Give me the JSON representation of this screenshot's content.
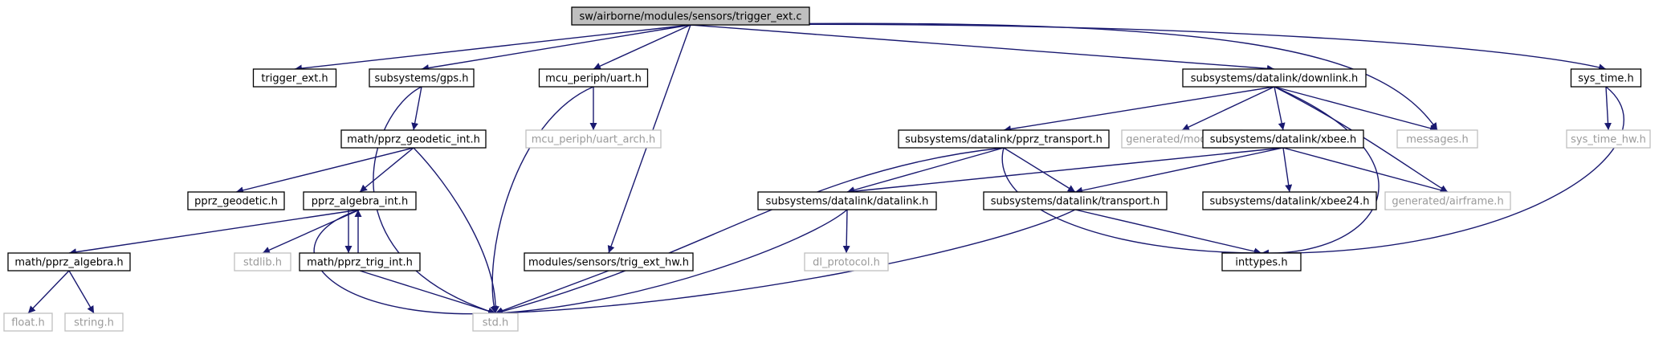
{
  "colors": {
    "edge": "#191970",
    "node_border": "#000000",
    "node_text": "#000000",
    "root_fill": "#bfbfbf",
    "missing_border": "#bfbfbf",
    "missing_text": "#9a9a9a"
  },
  "nodes": [
    {
      "id": "trigger_ext_c",
      "label": "sw/airborne/modules/sensors/trigger_ext.c",
      "style": "root"
    },
    {
      "id": "trigger_ext_h",
      "label": "trigger_ext.h",
      "style": "normal"
    },
    {
      "id": "gps_h",
      "label": "subsystems/gps.h",
      "style": "normal"
    },
    {
      "id": "uart_h",
      "label": "mcu_periph/uart.h",
      "style": "normal"
    },
    {
      "id": "downlink_h",
      "label": "subsystems/datalink/downlink.h",
      "style": "normal"
    },
    {
      "id": "sys_time_h",
      "label": "sys_time.h",
      "style": "normal"
    },
    {
      "id": "geodetic_int_h",
      "label": "math/pprz_geodetic_int.h",
      "style": "normal"
    },
    {
      "id": "uart_arch_h",
      "label": "mcu_periph/uart_arch.h",
      "style": "missing"
    },
    {
      "id": "pprz_transport_h",
      "label": "subsystems/datalink/pprz_transport.h",
      "style": "normal"
    },
    {
      "id": "gen_modules_h",
      "label": "generated/modules.h",
      "style": "missing"
    },
    {
      "id": "xbee_h",
      "label": "subsystems/datalink/xbee.h",
      "style": "normal"
    },
    {
      "id": "messages_h",
      "label": "messages.h",
      "style": "missing"
    },
    {
      "id": "sys_time_hw_h",
      "label": "sys_time_hw.h",
      "style": "missing"
    },
    {
      "id": "pprz_geodetic_h",
      "label": "pprz_geodetic.h",
      "style": "normal"
    },
    {
      "id": "algebra_int_h",
      "label": "pprz_algebra_int.h",
      "style": "normal"
    },
    {
      "id": "datalink_h",
      "label": "subsystems/datalink/datalink.h",
      "style": "normal"
    },
    {
      "id": "transport_h",
      "label": "subsystems/datalink/transport.h",
      "style": "normal"
    },
    {
      "id": "xbee24_h",
      "label": "subsystems/datalink/xbee24.h",
      "style": "normal"
    },
    {
      "id": "gen_airframe_h",
      "label": "generated/airframe.h",
      "style": "missing"
    },
    {
      "id": "math_algebra_h",
      "label": "math/pprz_algebra.h",
      "style": "normal"
    },
    {
      "id": "stdlib_h",
      "label": "stdlib.h",
      "style": "missing"
    },
    {
      "id": "trig_int_h",
      "label": "math/pprz_trig_int.h",
      "style": "normal"
    },
    {
      "id": "trig_ext_hw_h",
      "label": "modules/sensors/trig_ext_hw.h",
      "style": "normal"
    },
    {
      "id": "dl_protocol_h",
      "label": "dl_protocol.h",
      "style": "missing"
    },
    {
      "id": "inttypes_h",
      "label": "inttypes.h",
      "style": "normal"
    },
    {
      "id": "float_h",
      "label": "float.h",
      "style": "missing"
    },
    {
      "id": "string_h",
      "label": "string.h",
      "style": "missing"
    },
    {
      "id": "std_h",
      "label": "std.h",
      "style": "missing"
    }
  ],
  "edges": [
    [
      "trigger_ext_c",
      "trigger_ext_h"
    ],
    [
      "trigger_ext_c",
      "gps_h"
    ],
    [
      "trigger_ext_c",
      "uart_h"
    ],
    [
      "trigger_ext_c",
      "trig_ext_hw_h"
    ],
    [
      "trigger_ext_c",
      "downlink_h"
    ],
    [
      "trigger_ext_c",
      "messages_h"
    ],
    [
      "trigger_ext_c",
      "sys_time_h"
    ],
    [
      "gps_h",
      "geodetic_int_h"
    ],
    [
      "gps_h",
      "std_h"
    ],
    [
      "uart_h",
      "uart_arch_h"
    ],
    [
      "uart_h",
      "std_h"
    ],
    [
      "geodetic_int_h",
      "pprz_geodetic_h"
    ],
    [
      "geodetic_int_h",
      "algebra_int_h"
    ],
    [
      "geodetic_int_h",
      "std_h"
    ],
    [
      "algebra_int_h",
      "math_algebra_h"
    ],
    [
      "algebra_int_h",
      "stdlib_h"
    ],
    [
      "algebra_int_h",
      "trig_int_h"
    ],
    [
      "algebra_int_h",
      "std_h"
    ],
    [
      "trig_int_h",
      "algebra_int_h"
    ],
    [
      "trig_int_h",
      "std_h"
    ],
    [
      "math_algebra_h",
      "float_h"
    ],
    [
      "math_algebra_h",
      "string_h"
    ],
    [
      "trig_ext_hw_h",
      "std_h"
    ],
    [
      "downlink_h",
      "pprz_transport_h"
    ],
    [
      "downlink_h",
      "gen_modules_h"
    ],
    [
      "downlink_h",
      "xbee_h"
    ],
    [
      "downlink_h",
      "messages_h"
    ],
    [
      "downlink_h",
      "gen_airframe_h"
    ],
    [
      "downlink_h",
      "inttypes_h"
    ],
    [
      "pprz_transport_h",
      "datalink_h"
    ],
    [
      "pprz_transport_h",
      "transport_h"
    ],
    [
      "pprz_transport_h",
      "std_h"
    ],
    [
      "pprz_transport_h",
      "inttypes_h"
    ],
    [
      "xbee_h",
      "datalink_h"
    ],
    [
      "xbee_h",
      "transport_h"
    ],
    [
      "xbee_h",
      "xbee24_h"
    ],
    [
      "xbee_h",
      "gen_airframe_h"
    ],
    [
      "datalink_h",
      "dl_protocol_h"
    ],
    [
      "datalink_h",
      "std_h"
    ],
    [
      "transport_h",
      "inttypes_h"
    ],
    [
      "transport_h",
      "std_h"
    ],
    [
      "sys_time_h",
      "sys_time_hw_h"
    ],
    [
      "sys_time_h",
      "inttypes_h"
    ]
  ]
}
